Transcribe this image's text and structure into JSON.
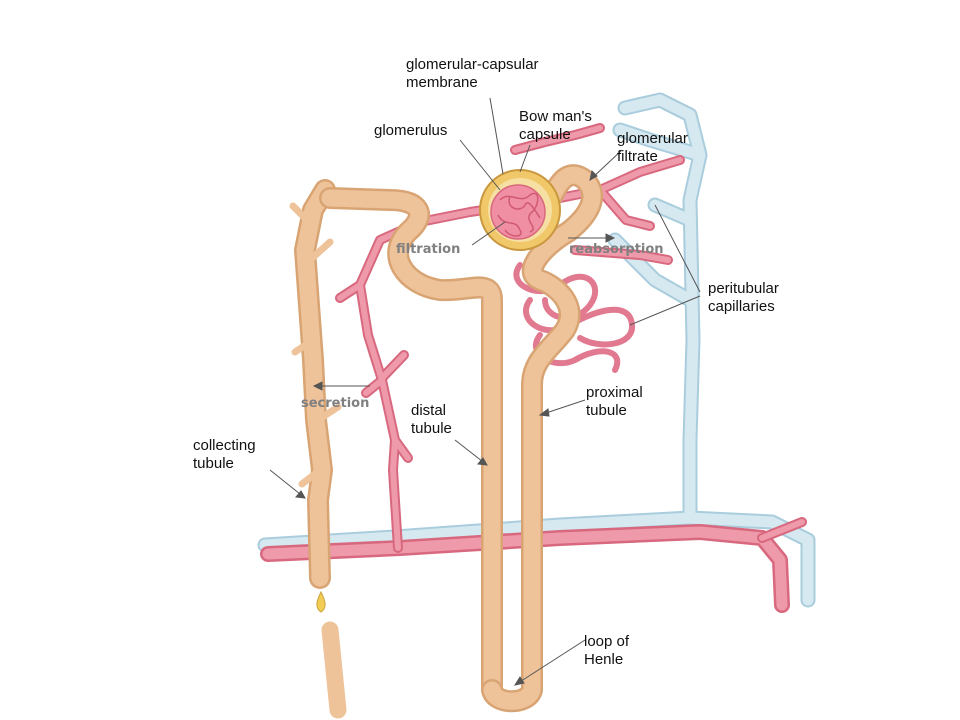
{
  "labels": {
    "glomerular_capsular_membrane": "glomerular-capsular\nmembrane",
    "bowmans_capsule": "Bow man's\ncapsule",
    "glomerulus": "glomerulus",
    "glomerular_filtrate": "glomerular\nfiltrate",
    "peritubular_capillaries": "peritubular\ncapillaries",
    "proximal_tubule": "proximal\ntubule",
    "distal_tubule": "distal\ntubule",
    "collecting_tubule": "collecting\ntubule",
    "loop_of_henle": "loop of\nHenle"
  },
  "processes": {
    "filtration": "filtration",
    "reabsorption": "reabsorption",
    "secretion": "secretion"
  },
  "colors": {
    "tubule": "#eec39a",
    "tubule_edge": "#d9a473",
    "artery": "#ec8ea0",
    "artery_edge": "#d8687e",
    "vein": "#cfe4ee",
    "vein_edge": "#a9cddd",
    "capsule": "#f0c86a",
    "pointer": "#555555"
  }
}
